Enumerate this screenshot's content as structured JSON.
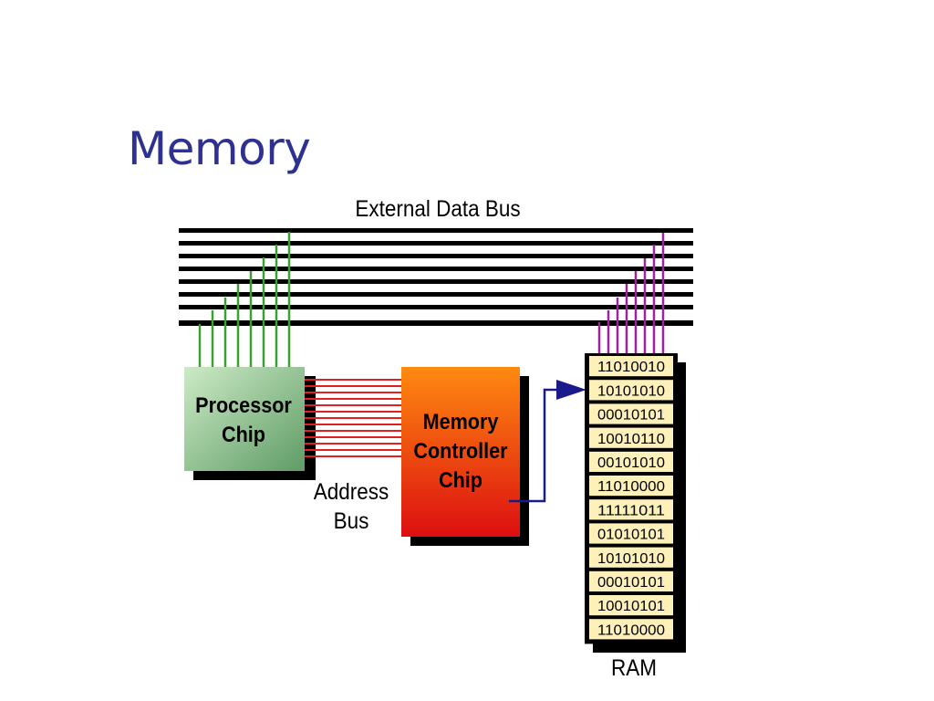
{
  "title": "Memory",
  "labels": {
    "external_data_bus": "External Data Bus",
    "address_bus_line1": "Address",
    "address_bus_line2": "Bus",
    "ram": "RAM"
  },
  "processor_chip": {
    "line1": "Processor",
    "line2": "Chip"
  },
  "memory_controller_chip": {
    "line1": "Memory",
    "line2": "Controller",
    "line3": "Chip"
  },
  "ram_cells": [
    "11010010",
    "10101010",
    "00010101",
    "10010110",
    "00101010",
    "11010000",
    "11111011",
    "01010101",
    "10101010",
    "00010101",
    "10010101",
    "11010000"
  ],
  "colors": {
    "title": "#2e3192",
    "processor_top": "#c8e8c0",
    "processor_bottom": "#6aa870",
    "controller_top": "#ff8a10",
    "controller_bottom": "#e01010",
    "ram_cell": "#fdf0b8",
    "address_bus": "#e02020",
    "processor_lines": "#3aa030",
    "ram_lines": "#a020a0",
    "arrow": "#1a1a8a"
  }
}
